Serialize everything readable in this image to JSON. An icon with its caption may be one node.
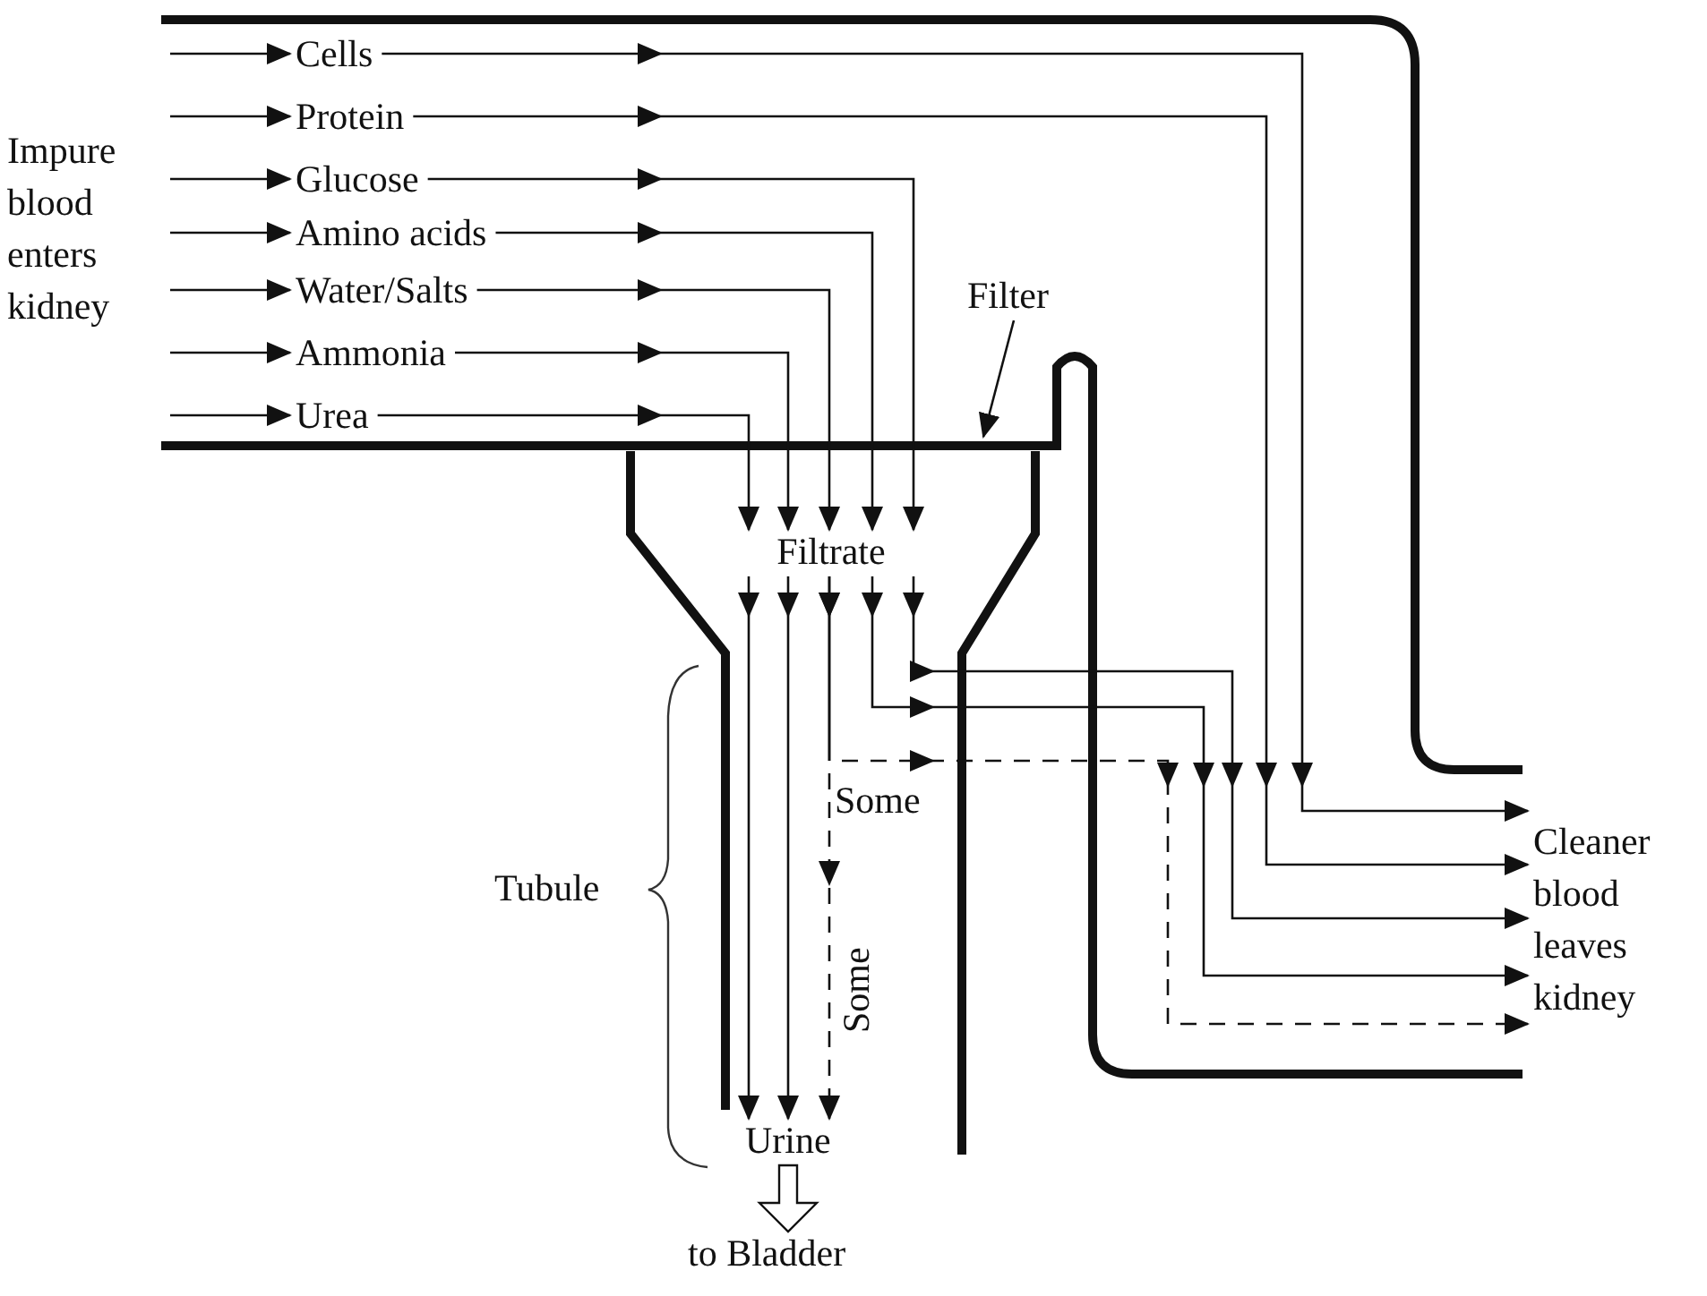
{
  "diagram": {
    "nodes": [
      {
        "text": [
          "Cells"
        ]
      },
      {
        "text": [
          "Protein"
        ]
      },
      {
        "text": [
          "Glucose"
        ]
      },
      {
        "text": [
          "Amino acids"
        ]
      },
      {
        "text": [
          "Water/Salts"
        ]
      },
      {
        "text": [
          "Ammonia"
        ]
      },
      {
        "text": [
          "Urea"
        ]
      },
      {
        "text": [
          "Filter"
        ]
      },
      {
        "text": [
          "Filtrate"
        ]
      },
      {
        "text": [
          "Urine"
        ]
      },
      {
        "text": [
          "to Bladder"
        ]
      },
      {
        "text": [
          "Cleaner blood leaves kidney"
        ]
      }
    ],
    "edges": [
      {
        "from": null,
        "to": 0,
        "arrow": "to"
      },
      {
        "from": null,
        "to": 1,
        "arrow": "to"
      },
      {
        "from": null,
        "to": 2,
        "arrow": "to"
      },
      {
        "from": null,
        "to": 3,
        "arrow": "to"
      },
      {
        "from": null,
        "to": 4,
        "arrow": "to"
      },
      {
        "from": null,
        "to": 5,
        "arrow": "to"
      },
      {
        "from": null,
        "to": 6,
        "arrow": "to"
      },
      {
        "from": 0,
        "to": 11,
        "arrow": "to"
      },
      {
        "from": 1,
        "to": 11,
        "arrow": "to"
      },
      {
        "from": 2,
        "to": 8,
        "arrow": "to"
      },
      {
        "from": 3,
        "to": 8,
        "arrow": "to"
      },
      {
        "from": 4,
        "to": 8,
        "arrow": "to"
      },
      {
        "from": 5,
        "to": 8,
        "arrow": "to"
      },
      {
        "from": 6,
        "to": 8,
        "arrow": "to"
      },
      {
        "from": 7,
        "to": null,
        "arrow": "to"
      },
      {
        "from": 8,
        "to": 11,
        "arrow": "to"
      },
      {
        "from": 8,
        "to": 11,
        "arrow": "to"
      },
      {
        "from": 8,
        "to": 11,
        "arrow": "to",
        "style": "dashed",
        "label": "Some"
      },
      {
        "from": 8,
        "to": 9,
        "arrow": "to",
        "style": "dashed",
        "label": "Some"
      },
      {
        "from": 8,
        "to": 9,
        "arrow": "to"
      },
      {
        "from": 8,
        "to": 9,
        "arrow": "to"
      },
      {
        "from": 9,
        "to": 10,
        "arrow": "to"
      }
    ],
    "labels": [
      "Impure blood enters kidney",
      "Tubule"
    ]
  }
}
